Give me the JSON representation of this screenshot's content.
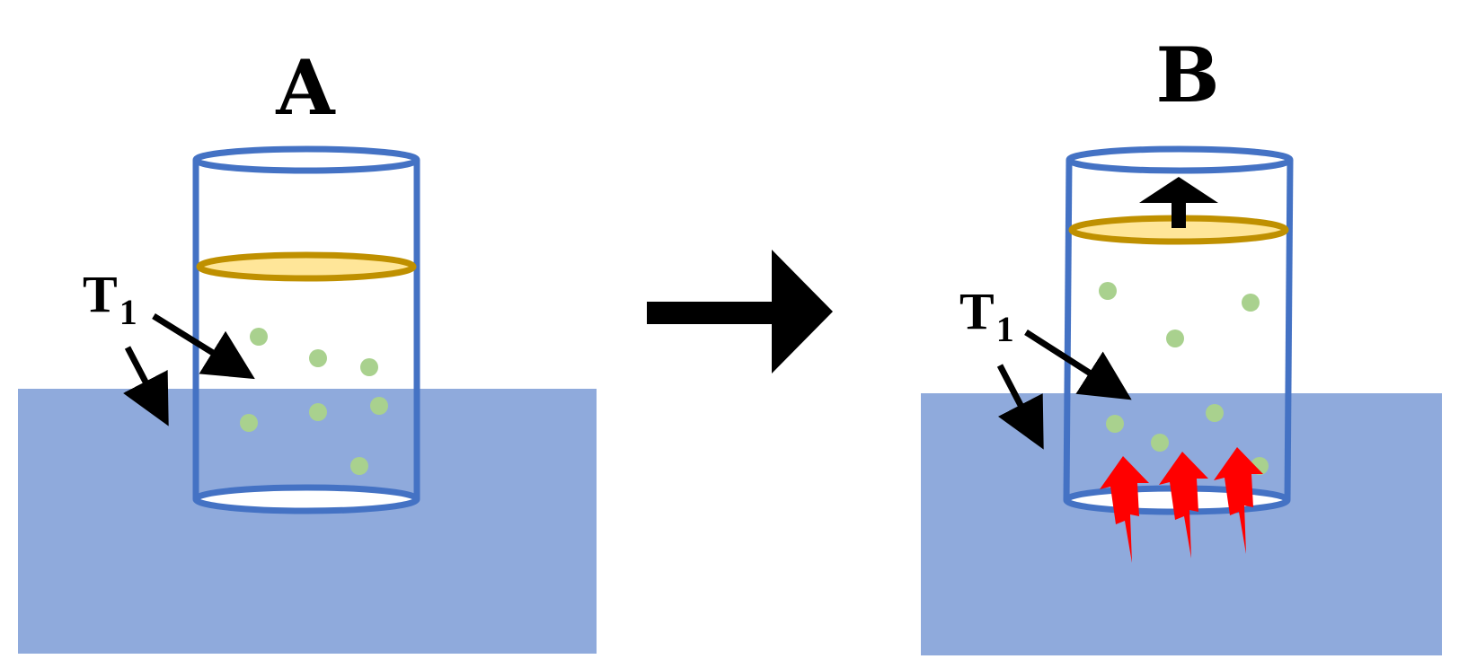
{
  "panels": {
    "a": {
      "label": "A",
      "temperature_label": "T",
      "temperature_subscript": "1"
    },
    "b": {
      "label": "B",
      "temperature_label": "T",
      "temperature_subscript": "1"
    }
  },
  "colors": {
    "bath": "#8FAADC",
    "cylinder": "#4472C4",
    "piston_fill": "#FFE699",
    "piston_edge": "#BF9000",
    "particle": "#A9D18E",
    "heat_arrow": "#FF0000",
    "arrow": "#000000"
  },
  "icons": {
    "process_arrow": "right-arrow-icon",
    "piston_motion": "up-arrow-icon",
    "heat_flow": "lightning-arrow-icon"
  }
}
